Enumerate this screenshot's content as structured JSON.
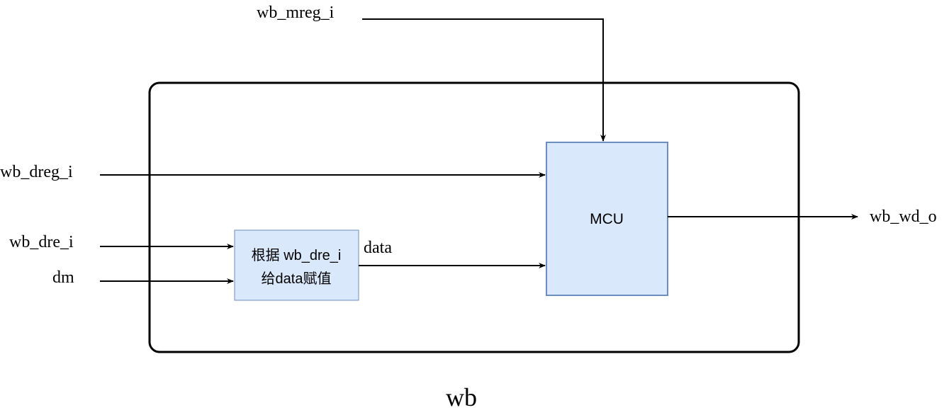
{
  "diagram": {
    "module_label": "wb",
    "colors": {
      "block_fill": "#dae8fc",
      "block_stroke": "#6c8ebf",
      "line": "#000000",
      "frame": "#000000"
    },
    "inputs": {
      "mreg": "wb_mreg_i",
      "dreg": "wb_dreg_i",
      "dre": "wb_dre_i",
      "dm": "dm"
    },
    "outputs": {
      "wd": "wb_wd_o"
    },
    "blocks": {
      "selector": {
        "line1": "根据 wb_dre_i",
        "line2": "给data赋值"
      },
      "mcu": {
        "label": "MCU"
      }
    },
    "signals": {
      "data": "data"
    }
  }
}
